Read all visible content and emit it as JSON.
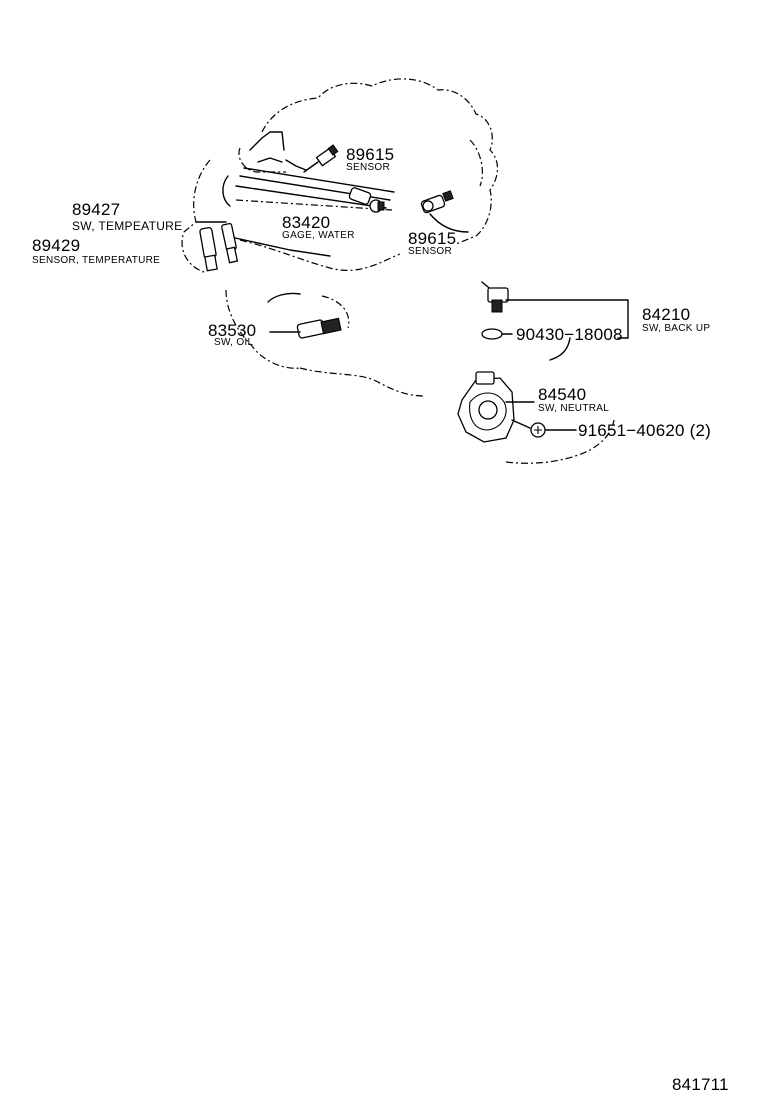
{
  "parts": {
    "p89615a": {
      "number": "89615",
      "desc": "SENSOR"
    },
    "p83420": {
      "number": "83420",
      "desc": "GAGE, WATER"
    },
    "p89615b": {
      "number": "89615",
      "desc": "SENSOR"
    },
    "p89427": {
      "number": "89427",
      "desc": "SW, TEMPEATURE"
    },
    "p89429": {
      "number": "89429",
      "desc": "SENSOR, TEMPERATURE"
    },
    "p83530": {
      "number": "83530",
      "desc": "SW, OIL"
    },
    "p84210": {
      "number": "84210",
      "desc": "SW, BACK UP"
    },
    "p90430": {
      "number": "90430−18008"
    },
    "p84540": {
      "number": "84540",
      "desc": "SW, NEUTRAL"
    },
    "p91651": {
      "number": "91651−40620 (2)"
    }
  },
  "diagram_id": "841711"
}
